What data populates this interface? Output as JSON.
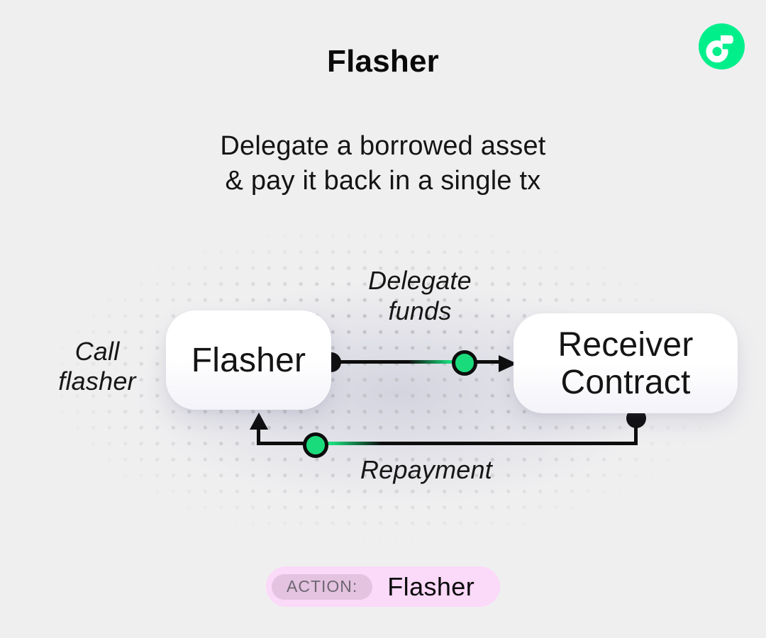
{
  "header": {
    "title": "Flasher",
    "subtitle_line1": "Delegate a borrowed asset",
    "subtitle_line2": "& pay it back in a single tx"
  },
  "logo": {
    "name": "flow-logo",
    "brand_green": "#00EF8B"
  },
  "diagram": {
    "accent_green": "#1ADB7B",
    "line_color": "#0d0d0d",
    "nodes": [
      {
        "id": "flasher",
        "label": "Flasher"
      },
      {
        "id": "receiver",
        "label_line1": "Receiver",
        "label_line2": "Contract"
      }
    ],
    "labels": {
      "call_line1": "Call",
      "call_line2": "flasher",
      "delegate_line1": "Delegate",
      "delegate_line2": "funds",
      "repayment": "Repayment"
    }
  },
  "action_badge": {
    "label": "ACTION:",
    "value": "Flasher",
    "badge_bg": "#FBD9F8",
    "label_pill_bg": "#E3C3DF"
  }
}
